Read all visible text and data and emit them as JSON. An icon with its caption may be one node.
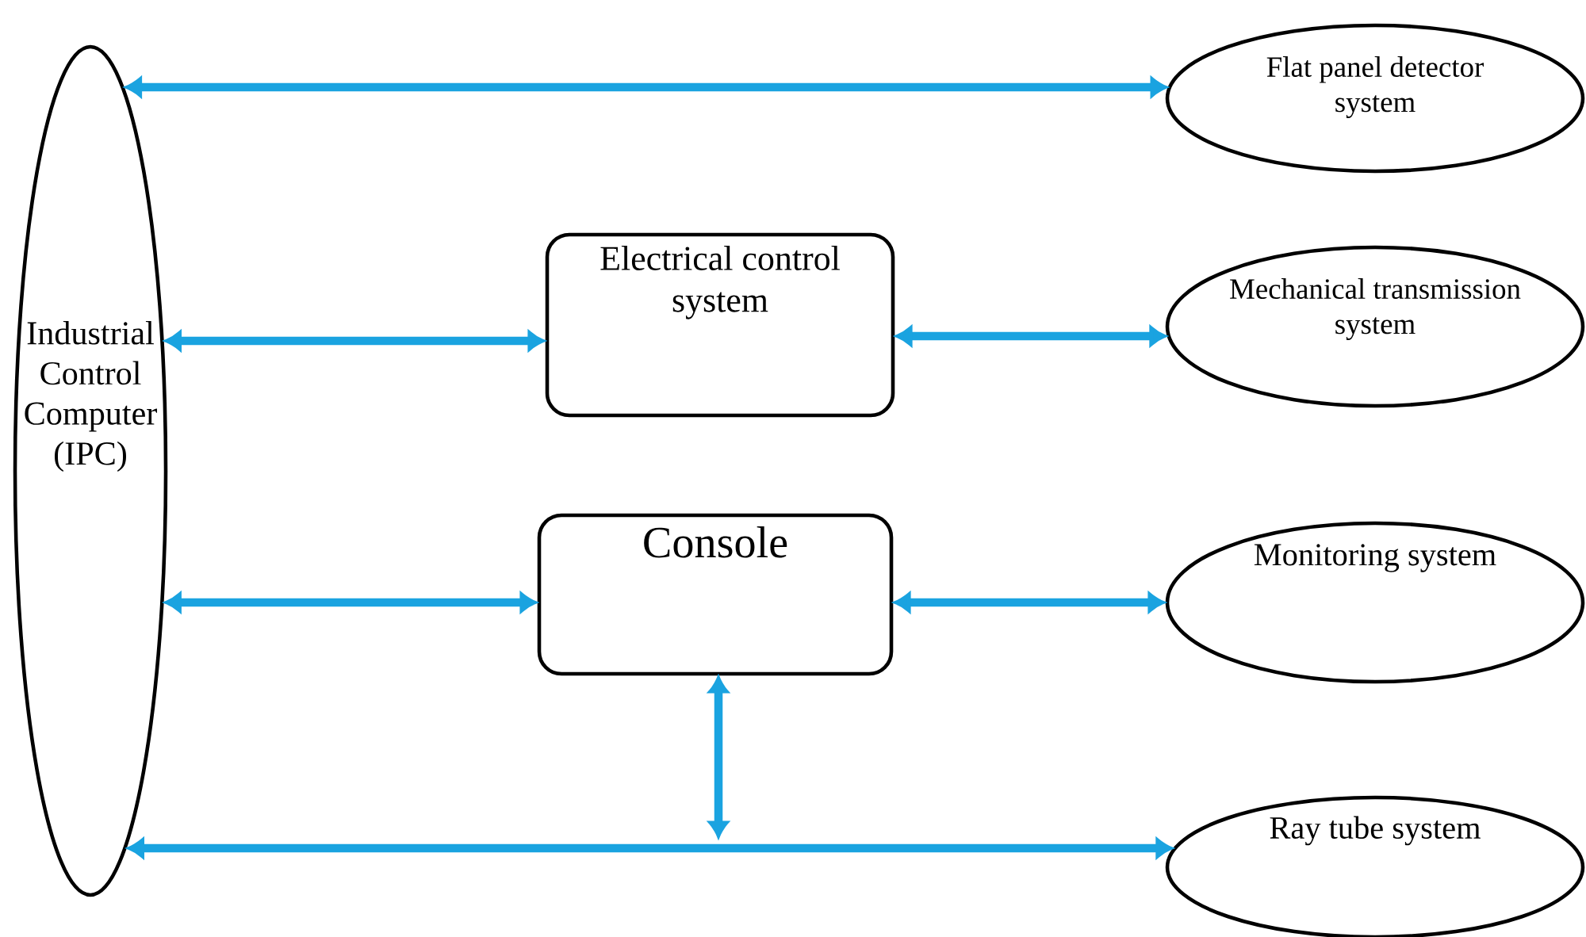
{
  "diagram": {
    "nodes": [
      {
        "text": [
          "Industrial Control Computer (IPC)"
        ]
      },
      {
        "text": [
          "Flat panel detector system"
        ]
      },
      {
        "text": [
          "Electrical control system"
        ]
      },
      {
        "text": [
          "Mechanical transmission system"
        ]
      },
      {
        "text": [
          "Console"
        ]
      },
      {
        "text": [
          "Monitoring system"
        ]
      },
      {
        "text": [
          "Ray tube system"
        ]
      }
    ],
    "edges": [
      {
        "from": 0,
        "to": 1,
        "arrow": "both"
      },
      {
        "from": 0,
        "to": 2,
        "arrow": "both"
      },
      {
        "from": 2,
        "to": 3,
        "arrow": "both"
      },
      {
        "from": 0,
        "to": 4,
        "arrow": "both"
      },
      {
        "from": 4,
        "to": 5,
        "arrow": "both"
      },
      {
        "from": 0,
        "to": 6,
        "arrow": "both"
      },
      {
        "from": 4,
        "to": null,
        "arrow": "both"
      }
    ]
  }
}
